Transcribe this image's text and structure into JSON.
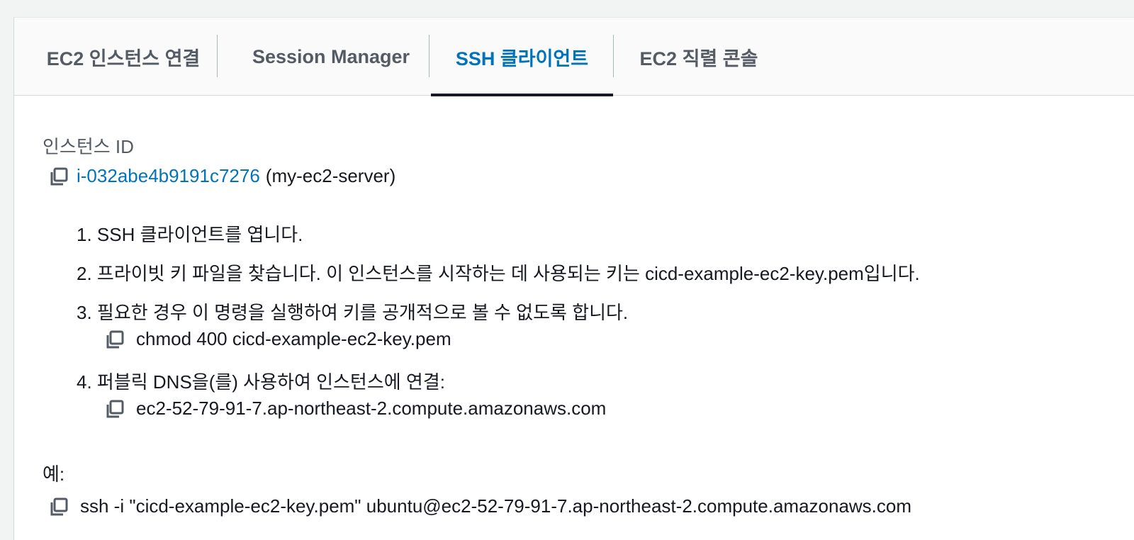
{
  "tabs": [
    {
      "label": "EC2 인스턴스 연결",
      "active": false
    },
    {
      "label": "Session Manager",
      "active": false
    },
    {
      "label": "SSH 클라이언트",
      "active": true
    },
    {
      "label": "EC2 직렬 콘솔",
      "active": false
    }
  ],
  "instance": {
    "label": "인스턴스 ID",
    "id": "i-032abe4b9191c7276",
    "name": "(my-ec2-server)"
  },
  "steps": [
    {
      "number": "1.",
      "text": "SSH 클라이언트를 엽니다."
    },
    {
      "number": "2.",
      "text": "프라이빗 키 파일을 찾습니다. 이 인스턴스를 시작하는 데 사용되는 키는 cicd-example-ec2-key.pem입니다."
    },
    {
      "number": "3.",
      "text": "필요한 경우 이 명령을 실행하여 키를 공개적으로 볼 수 없도록 합니다.",
      "command": "chmod 400 cicd-example-ec2-key.pem"
    },
    {
      "number": "4.",
      "text": "퍼블릭 DNS을(를) 사용하여 인스턴스에 연결:",
      "command": "ec2-52-79-91-7.ap-northeast-2.compute.amazonaws.com"
    }
  ],
  "example": {
    "label": "예:",
    "command": "ssh -i \"cicd-example-ec2-key.pem\" ubuntu@ec2-52-79-91-7.ap-northeast-2.compute.amazonaws.com"
  },
  "colors": {
    "link": "#0073bb",
    "active_tab": "#0073bb",
    "tab_text": "#545b64"
  },
  "icons": {
    "copy": "copy-icon"
  }
}
